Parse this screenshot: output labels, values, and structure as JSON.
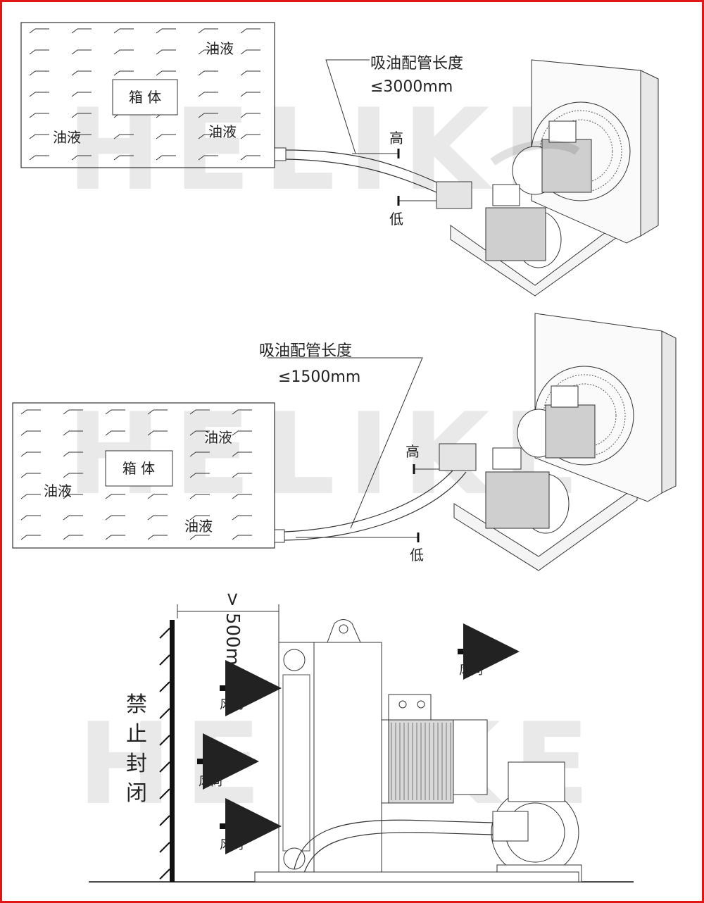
{
  "watermark": "HELIKE",
  "colors": {
    "border": "#e01515",
    "line": "#222222",
    "watermark": "#e9e9e9"
  },
  "section1": {
    "tank_label": "箱 体",
    "oil_labels": [
      "油液",
      "油液",
      "油液"
    ],
    "pipe_label_line1": "吸油配管长度",
    "pipe_label_line2": "≤3000mm",
    "high_label": "高",
    "low_label": "低"
  },
  "section2": {
    "tank_label": "箱 体",
    "oil_labels": [
      "油液",
      "油液",
      "油液"
    ],
    "pipe_label_line1": "吸油配管长度",
    "pipe_label_line2": "≤1500mm",
    "high_label": "高",
    "low_label": "低"
  },
  "section3": {
    "distance_label": "> 500mm",
    "wall_label": [
      "禁",
      "止",
      "封",
      "闭"
    ],
    "wind_labels": [
      "风向",
      "风向",
      "风向",
      "风向"
    ]
  },
  "icons": [
    "fan-grille-icon",
    "motor-icon",
    "pump-icon",
    "wind-arrow-icon"
  ]
}
